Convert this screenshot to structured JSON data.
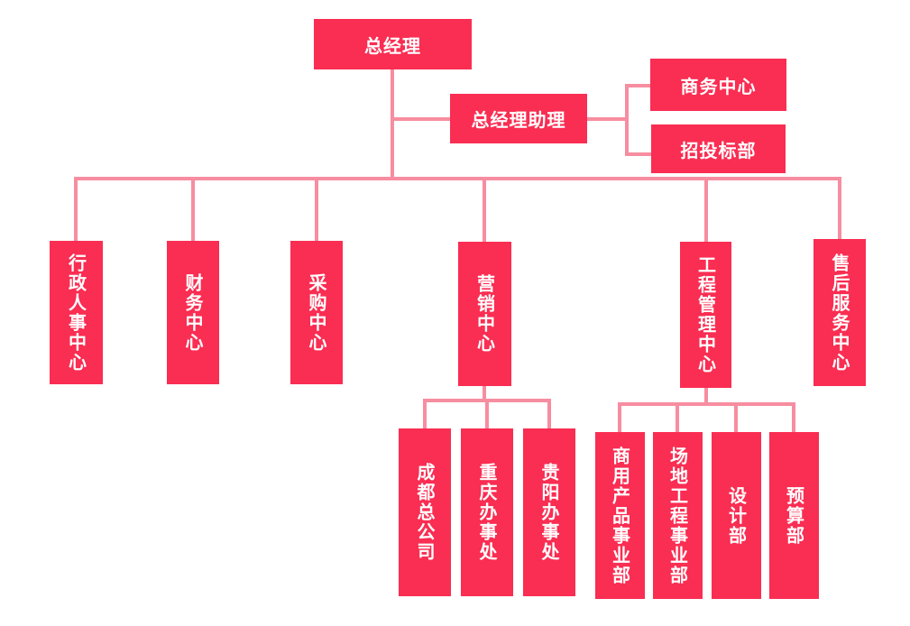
{
  "style": {
    "node_color": "#FA2D52",
    "line_color": "#F78DA0",
    "text_color": "#ffffff",
    "background": "#ffffff"
  },
  "nodes": {
    "general_manager": "总经理",
    "gm_assistant": "总经理助理",
    "business_center": "商务中心",
    "bidding_dept": "招投标部",
    "admin_hr_center": "行政人事中心",
    "finance_center": "财务中心",
    "procurement_center": "采购中心",
    "marketing_center": "营销中心",
    "engineering_mgmt_center": "工程管理中心",
    "after_sales_center": "售后服务中心",
    "chengdu_hq": "成都总公司",
    "chongqing_office": "重庆办事处",
    "guiyang_office": "贵阳办事处",
    "commercial_product_div": "商用产品事业部",
    "site_engineering_div": "场地工程事业部",
    "design_dept": "设计部",
    "budget_dept": "预算部"
  },
  "hierarchy": {
    "root": "总经理",
    "staff_branch": {
      "node": "总经理助理",
      "children": [
        "商务中心",
        "招投标部"
      ]
    },
    "departments": [
      "行政人事中心",
      "财务中心",
      "采购中心",
      "营销中心",
      "工程管理中心",
      "售后服务中心"
    ],
    "marketing_children": [
      "成都总公司",
      "重庆办事处",
      "贵阳办事处"
    ],
    "engineering_children": [
      "商用产品事业部",
      "场地工程事业部",
      "设计部",
      "预算部"
    ]
  }
}
